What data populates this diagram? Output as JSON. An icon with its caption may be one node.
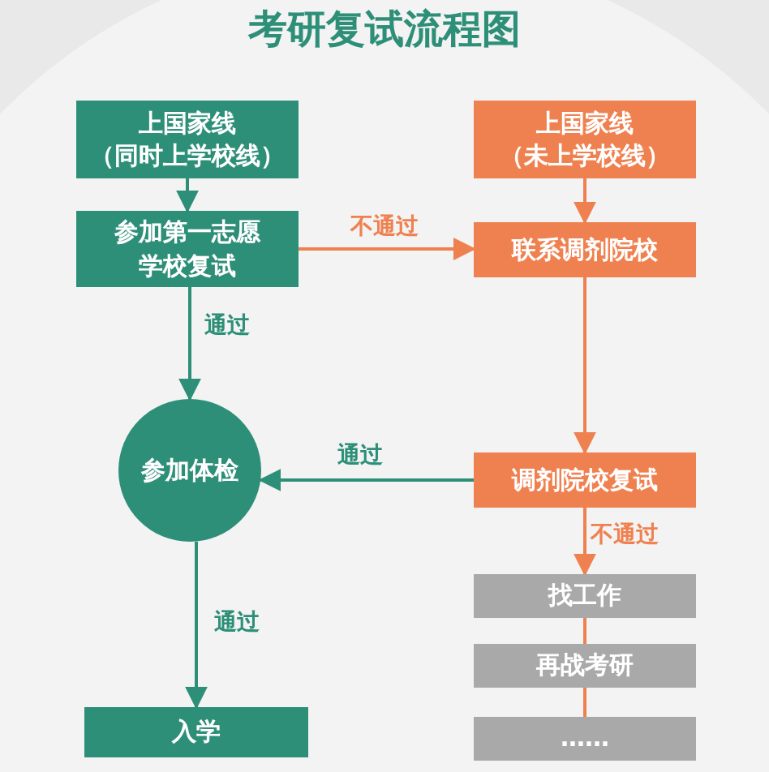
{
  "diagram": {
    "title": "考研复试流程图",
    "nodes": [
      {
        "text": [
          "上国家线",
          "（同时上学校线）"
        ]
      },
      {
        "text": [
          "上国家线",
          "（未上学校线）"
        ]
      },
      {
        "text": [
          "参加第一志愿学校复试"
        ]
      },
      {
        "text": [
          "联系调剂院校"
        ]
      },
      {
        "text": [
          "参加体检"
        ]
      },
      {
        "text": [
          "调剂院校复试"
        ]
      },
      {
        "text": [
          "找工作"
        ]
      },
      {
        "text": [
          "再战考研"
        ]
      },
      {
        "text": [
          "……"
        ]
      },
      {
        "text": [
          "入学"
        ]
      }
    ],
    "edges": [
      {
        "from": 0,
        "to": 2,
        "arrow": "to",
        "color": "#2e8f78"
      },
      {
        "from": 2,
        "to": 3,
        "arrow": "to",
        "label": "不通过"
      },
      {
        "from": 1,
        "to": 3,
        "arrow": "to"
      },
      {
        "from": 2,
        "to": 4,
        "arrow": "to",
        "label": "通过",
        "color": "#2e8f78"
      },
      {
        "from": 3,
        "to": 5,
        "arrow": "to"
      },
      {
        "from": 5,
        "to": 4,
        "arrow": "to",
        "label": "通过",
        "color": "#2e8f78"
      },
      {
        "from": 5,
        "to": 6,
        "arrow": "to",
        "label": "不通过"
      },
      {
        "from": 6,
        "to": 7,
        "arrow": "none"
      },
      {
        "from": 7,
        "to": 8,
        "arrow": "none"
      },
      {
        "from": 4,
        "to": 9,
        "arrow": "to",
        "label": "通过",
        "color": "#2e8f78"
      }
    ]
  }
}
